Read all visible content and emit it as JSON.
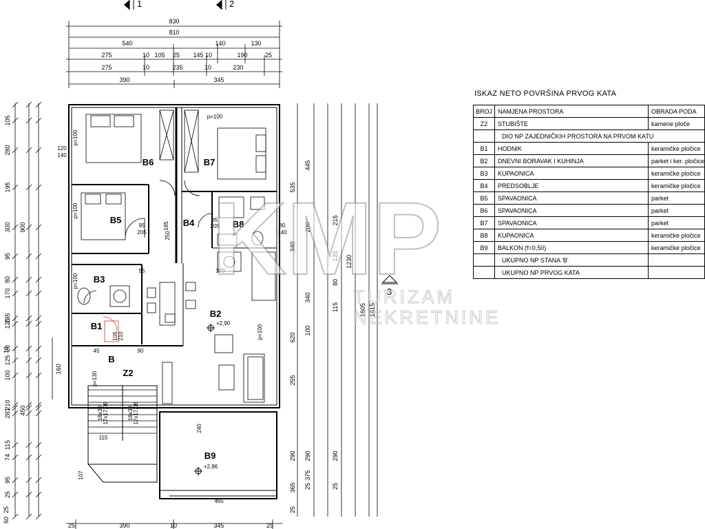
{
  "plan": {
    "section_marks": [
      "1",
      "2",
      "3"
    ],
    "top_dims": {
      "row1": [
        "830"
      ],
      "row2": [
        "810"
      ],
      "row3": [
        "540",
        "140",
        "130"
      ],
      "row4": [
        "275",
        "10",
        "105",
        "25",
        "145",
        "10",
        "190",
        "25"
      ],
      "row5": [
        "275",
        "10",
        "235",
        "10",
        "230"
      ],
      "row6": [
        "390",
        "345"
      ]
    },
    "bottom_dims": [
      "25",
      "390",
      "10",
      "345",
      "25"
    ],
    "left_dims": {
      "outer": [
        "105",
        "280",
        "195",
        "300",
        "95",
        "80",
        "170",
        "235",
        "120",
        "20",
        "125",
        "100",
        "210",
        "281",
        "74",
        "115",
        "95",
        "25"
      ],
      "inner": [
        "900",
        "450",
        "160"
      ],
      "small": [
        "10",
        "25",
        "60"
      ]
    },
    "right_dims": {
      "col1": [
        "535",
        "340",
        "620",
        "255",
        "290",
        "365",
        "25"
      ],
      "col2": [
        "445",
        "200",
        "340",
        "100",
        "290",
        "25",
        "375"
      ],
      "col3": [
        "215",
        "120",
        "80",
        "115",
        "290",
        "25"
      ],
      "totals": [
        "1230",
        "1605",
        "1615"
      ]
    },
    "rooms": [
      {
        "id": "B6",
        "label": "B6"
      },
      {
        "id": "B7",
        "label": "B7"
      },
      {
        "id": "B5",
        "label": "B5"
      },
      {
        "id": "B4",
        "label": "B4"
      },
      {
        "id": "B8",
        "label": "B8"
      },
      {
        "id": "B3",
        "label": "B3"
      },
      {
        "id": "B2",
        "label": "B2"
      },
      {
        "id": "B1",
        "label": "B1"
      },
      {
        "id": "Z2",
        "label": "Z2"
      },
      {
        "id": "B9",
        "label": "B9"
      },
      {
        "id": "B",
        "label": "B"
      }
    ],
    "levels": {
      "b2": "+2,90",
      "b9": "+2,86"
    },
    "door_notes": [
      "p=100",
      "p=100",
      "p=100",
      "p=100",
      "p=100",
      "p=130",
      "95",
      "205",
      "85",
      "205",
      "185",
      "250",
      "105",
      "210",
      "120",
      "140",
      "80",
      "140",
      "55",
      "370",
      "45",
      "90",
      "115",
      "107",
      "240",
      "465"
    ],
    "stair_notes": [
      "16x30",
      "17x17,06",
      "16x30",
      "17x17,06"
    ]
  },
  "table": {
    "title": "ISKAZ NETO POVRŠINA PRVOG KATA",
    "headers": [
      "BROJ",
      "NAMJENA PROSTORA",
      "OBRADA PODA"
    ],
    "first_row": [
      "Z2",
      "STUBIŠTE",
      "kamene ploče"
    ],
    "section_row": "DIO NP ZAJEDNIČKIH PROSTORA NA PRVOM KATU",
    "rows": [
      [
        "B1",
        "HODNIK",
        "keramičke pločice"
      ],
      [
        "B2",
        "DNEVNI BORAVAK I KUHINJA",
        "parket i ker. pločice"
      ],
      [
        "B3",
        "KUPAONICA",
        "keramičke pločice"
      ],
      [
        "B4",
        "PREDSOBLJE",
        "keramičke pločice"
      ],
      [
        "B5",
        "SPAVAONICA",
        "parket"
      ],
      [
        "B6",
        "SPAVAONICA",
        "parket"
      ],
      [
        "B7",
        "SPAVAONICA",
        "parket"
      ],
      [
        "B8",
        "KUPAONICA",
        "keramičke pločice"
      ],
      [
        "B9",
        "BALKON (f=0,50)",
        "keramičke pločice"
      ]
    ],
    "total_rows": [
      "UKUPNO NP STANA 'B'",
      "UKUPNO NP PRVOG KATA"
    ]
  },
  "watermark": {
    "letters": "KMP",
    "line1": "TURIZAM",
    "line2": "NEKRETNINE"
  }
}
